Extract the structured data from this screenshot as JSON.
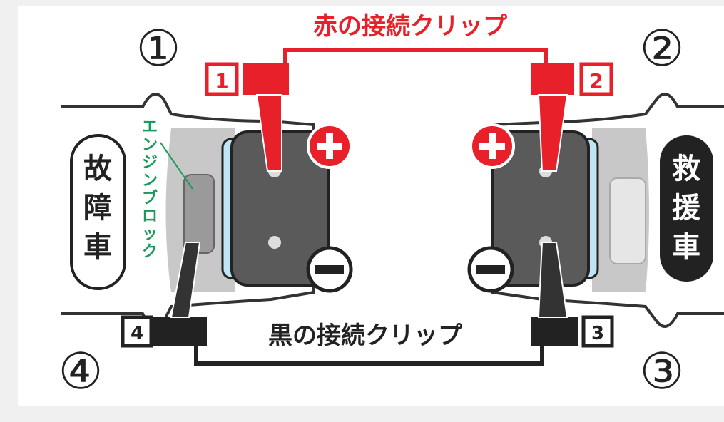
{
  "labels": {
    "red_clip": "赤の接続クリップ",
    "black_clip": "黒の接続クリップ",
    "disabled_car": [
      "故",
      "障",
      "車"
    ],
    "rescue_car": [
      "救",
      "援",
      "車"
    ],
    "engine_block": [
      "エ",
      "ン",
      "ジ",
      "ン",
      "ブ",
      "ロ",
      "ッ",
      "ク"
    ],
    "steps": [
      "①",
      "②",
      "③",
      "④"
    ],
    "clip_numbers": [
      "1",
      "2",
      "3",
      "4"
    ],
    "plus": "+",
    "minus": "−"
  },
  "colors": {
    "red": "#e8202a",
    "black": "#222222",
    "battery": "#5a5a5a",
    "engine_green": "#1a9a5a",
    "body_gray": "#c8c8c8"
  }
}
